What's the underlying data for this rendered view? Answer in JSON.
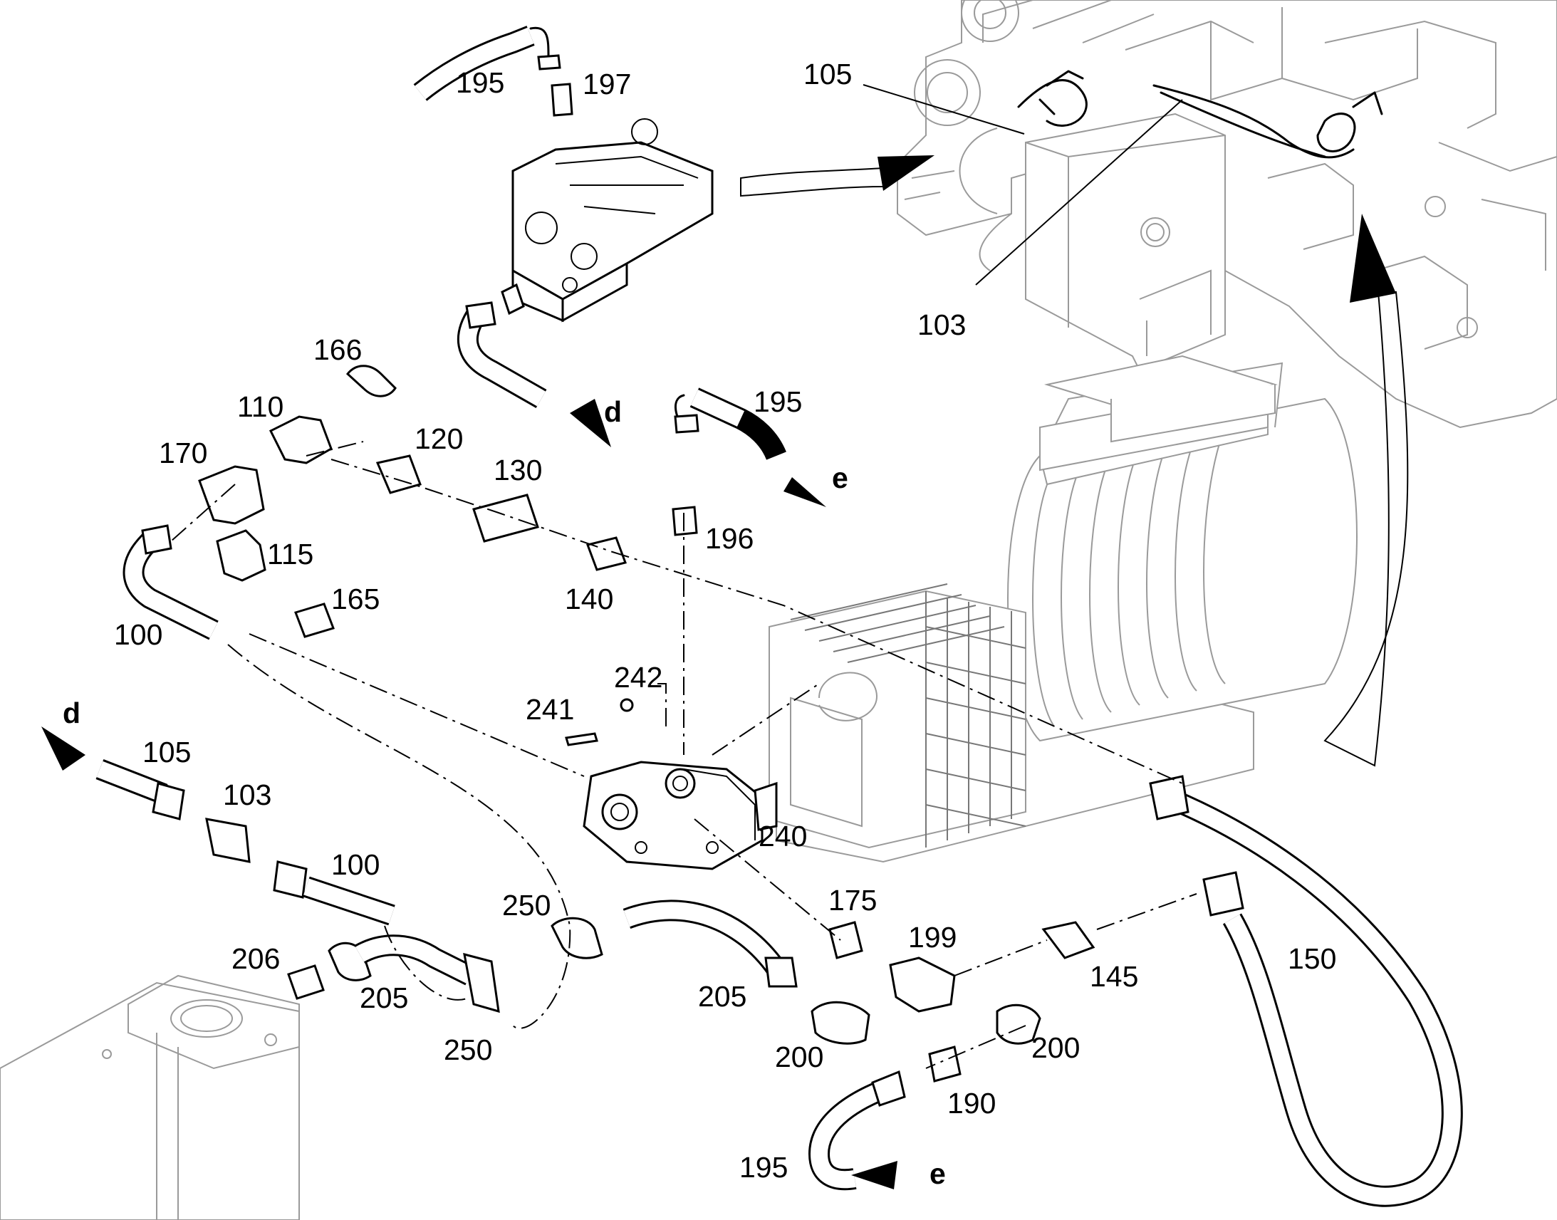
{
  "labels": {
    "l195_top": "195",
    "l197": "197",
    "l105_top": "105",
    "l103_top": "103",
    "l166": "166",
    "l110": "110",
    "l170": "170",
    "l120": "120",
    "l130": "130",
    "l115": "115",
    "l165": "165",
    "l140": "140",
    "l100_left": "100",
    "l195_mid": "195",
    "l196": "196",
    "l242": "242",
    "l241": "241",
    "l105_left": "105",
    "l103_left": "103",
    "l100_low": "100",
    "l240": "240",
    "l250_a": "250",
    "l175": "175",
    "l199": "199",
    "l206": "206",
    "l205_left": "205",
    "l250_b": "250",
    "l205_right": "205",
    "l145": "145",
    "l150": "150",
    "l200_a": "200",
    "l200_b": "200",
    "l190": "190",
    "l195_bottom": "195"
  },
  "connections": {
    "d_top": "d",
    "e_mid": "e",
    "d_left": "d",
    "e_bottom": "e"
  }
}
